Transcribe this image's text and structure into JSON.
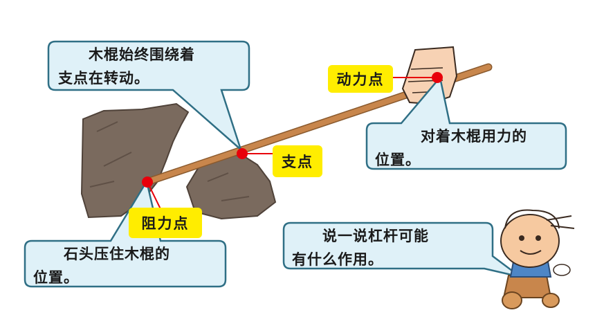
{
  "labels": {
    "effort_point": "动力点",
    "fulcrum": "支点",
    "load_point": "阻力点"
  },
  "callouts": {
    "fulcrum_note": "　　木棍始终围绕着\n支点在转动。",
    "effort_note": "　　　对着木棍用力的\n位置。",
    "load_note": "　　石头压住木棍的\n位置。",
    "question": "　　说一说杠杆可能\n有什么作用。"
  },
  "colors": {
    "bubble_fill": "#dff1f8",
    "bubble_stroke": "#2f6f85",
    "tag_fill": "#ffed00",
    "marker": "#e8000b",
    "stick": "#c8864c",
    "rock": "#7a6a5e"
  }
}
